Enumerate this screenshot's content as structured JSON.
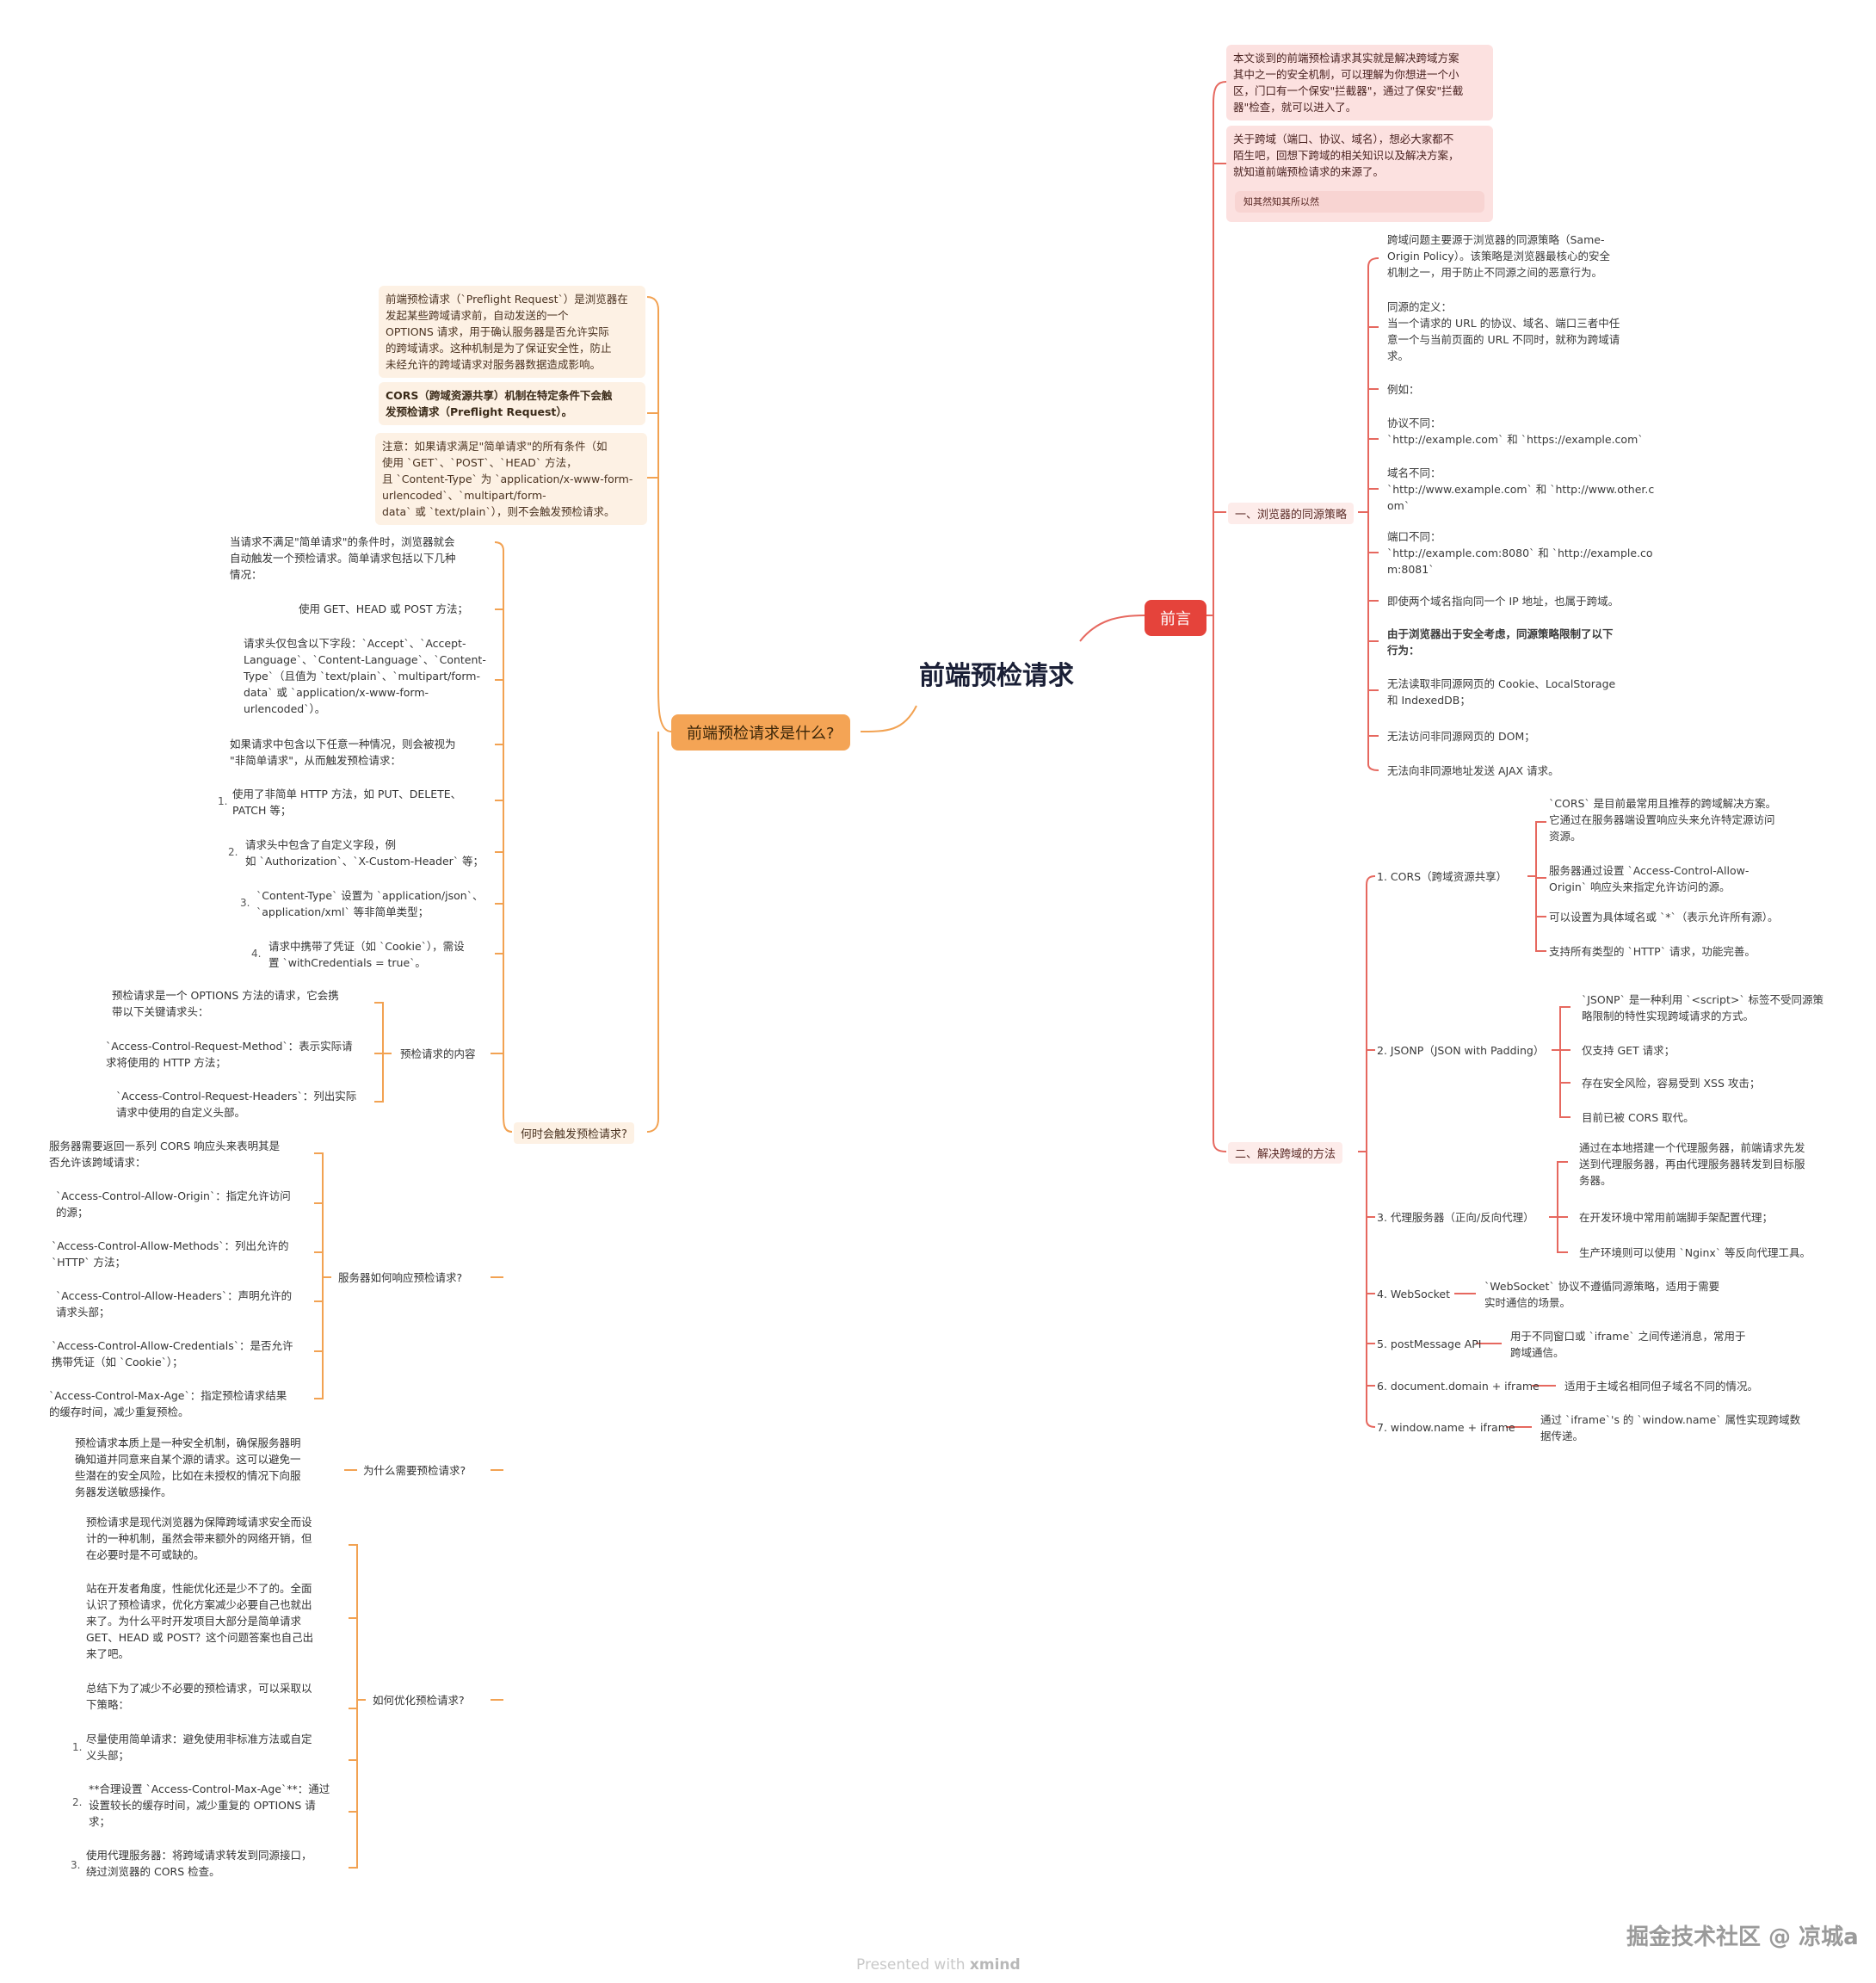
{
  "central": "前端预检请求",
  "left": {
    "topic": "前端预检请求是什么?",
    "intro1": "前端预检请求（`Preflight Request`）是浏览器在\n发起某些跨域请求前，自动发送的一个\nOPTIONS 请求，用于确认服务器是否允许实际\n的跨域请求。这种机制是为了保证安全性，防止\n未经允许的跨域请求对服务器数据造成影响。",
    "intro2": "CORS（跨域资源共享）机制在特定条件下会触\n发预检请求（Preflight Request）。",
    "intro3": "注意：如果请求满足\"简单请求\"的所有条件（如\n使用 `GET`、`POST`、`HEAD` 方法，\n且 `Content-Type` 为 `application/x-www-form-\nurlencoded`、`multipart/form-\ndata` 或 `text/plain`），则不会触发预检请求。",
    "when": {
      "label": "何时会触发预检请求?",
      "simple_intro": "当请求不满足\"简单请求\"的条件时，浏览器就会\n自动触发一个预检请求。简单请求包括以下几种\n情况：",
      "simple_methods": "使用 GET、HEAD 或 POST 方法；",
      "simple_headers": "请求头仅包含以下字段：`Accept`、`Accept-\nLanguage`、`Content-Language`、`Content-\nType`（且值为 `text/plain`、`multipart/form-\ndata` 或 `application/x-www-form-\nurlencoded`）。",
      "non_simple_intro": "如果请求中包含以下任意一种情况，则会被视为\n\"非简单请求\"，从而触发预检请求：",
      "items": [
        {
          "num": "1.",
          "text": "使用了非简单 HTTP 方法，如 PUT、DELETE、\nPATCH 等；"
        },
        {
          "num": "2.",
          "text": "请求头中包含了自定义字段，例\n如 `Authorization`、`X-Custom-Header` 等；"
        },
        {
          "num": "3.",
          "text": "`Content-Type` 设置为 `application/json`、\n`application/xml` 等非简单类型；"
        },
        {
          "num": "4.",
          "text": "请求中携带了凭证（如 `Cookie`），需设\n置 `withCredentials = true`。"
        }
      ],
      "content_label": "预检请求的内容",
      "content_items": [
        "预检请求是一个 OPTIONS 方法的请求，它会携\n带以下关键请求头：",
        "`Access-Control-Request-Method`：表示实际请\n求将使用的 HTTP 方法；",
        "`Access-Control-Request-Headers`：列出实际\n请求中使用的自定义头部。"
      ]
    },
    "server": {
      "label": "服务器如何响应预检请求?",
      "items": [
        "服务器需要返回一系列 CORS 响应头来表明其是\n否允许该跨域请求：",
        "`Access-Control-Allow-Origin`：指定允许访问\n的源；",
        "`Access-Control-Allow-Methods`：列出允许的\n`HTTP` 方法；",
        "`Access-Control-Allow-Headers`：声明允许的\n请求头部；",
        "`Access-Control-Allow-Credentials`：是否允许\n携带凭证（如 `Cookie`）；",
        "`Access-Control-Max-Age`：指定预检请求结果\n的缓存时间，减少重复预检。"
      ]
    },
    "why": {
      "label": "为什么需要预检请求?",
      "text": "预检请求本质上是一种安全机制，确保服务器明\n确知道并同意来自某个源的请求。这可以避免一\n些潜在的安全风险，比如在未授权的情况下向服\n务器发送敏感操作。"
    },
    "optimize": {
      "label": "如何优化预检请求?",
      "p1": "预检请求是现代浏览器为保障跨域请求安全而设\n计的一种机制，虽然会带来额外的网络开销，但\n在必要时是不可或缺的。",
      "p2": "站在开发者角度，性能优化还是少不了的。全面\n认识了预检请求，优化方案减少必要自己也就出\n来了。为什么平时开发项目大部分是简单请求\nGET、HEAD 或 POST？这个问题答案也自己出\n来了吧。",
      "p3": "总结下为了减少不必要的预检请求，可以采取以\n下策略：",
      "items": [
        {
          "num": "1.",
          "text": "尽量使用简单请求：避免使用非标准方法或自定\n义头部；"
        },
        {
          "num": "2.",
          "text": "**合理设置 `Access-Control-Max-Age`**：通过\n设置较长的缓存时间，减少重复的 OPTIONS 请\n求；"
        },
        {
          "num": "3.",
          "text": "使用代理服务器：将跨域请求转发到同源接口，\n绕过浏览器的 CORS 检查。"
        }
      ]
    }
  },
  "right": {
    "topic": "前言",
    "preface1": "本文谈到的前端预检请求其实就是解决跨域方案\n其中之一的安全机制，可以理解为你想进一个小\n区，门口有一个保安\"拦截器\"，通过了保安\"拦截\n器\"检查，就可以进入了。",
    "preface2": "关于跨域（端口、协议、域名），想必大家都不\n陌生吧，回想下跨域的相关知识以及解决方案，\n就知道前端预检请求的来源了。",
    "preface_note": "知其然知其所以然",
    "sop": {
      "label": "一、浏览器的同源策略",
      "items": [
        "跨域问题主要源于浏览器的同源策略（Same-\nOrigin Policy）。该策略是浏览器最核心的安全\n机制之一，用于防止不同源之间的恶意行为。",
        "同源的定义：\n当一个请求的 URL 的协议、域名、端口三者中任\n意一个与当前页面的 URL 不同时，就称为跨域请\n求。",
        "例如：",
        "协议不同：\n`http://example.com` 和 `https://example.com`",
        "域名不同：\n`http://www.example.com` 和 `http://www.other.c\nom`",
        "端口不同：\n`http://example.com:8080` 和 `http://example.co\nm:8081`",
        "即使两个域名指向同一个 IP 地址，也属于跨域。",
        "由于浏览器出于安全考虑，同源策略限制了以下\n行为：",
        "无法读取非同源网页的 Cookie、LocalStorage\n和 IndexedDB；",
        "无法访问非同源网页的 DOM；",
        "无法向非同源地址发送 AJAX 请求。"
      ]
    },
    "solutions": {
      "label": "二、解决跨域的方法",
      "cors": {
        "label": "1. CORS（跨域资源共享）",
        "items": [
          "`CORS` 是目前最常用且推荐的跨域解决方案。\n它通过在服务器端设置响应头来允许特定源访问\n资源。",
          "服务器通过设置 `Access-Control-Allow-\nOrigin` 响应头来指定允许访问的源。",
          "可以设置为具体域名或 `*`（表示允许所有源）。",
          "支持所有类型的 `HTTP` 请求，功能完善。"
        ]
      },
      "jsonp": {
        "label": "2. JSONP（JSON with Padding）",
        "items": [
          "`JSONP` 是一种利用 `<script>` 标签不受同源策\n略限制的特性实现跨域请求的方式。",
          "仅支持 GET 请求；",
          "存在安全风险，容易受到 XSS 攻击；",
          "目前已被 CORS 取代。"
        ]
      },
      "proxy": {
        "label": "3. 代理服务器（正向/反向代理）",
        "items": [
          "通过在本地搭建一个代理服务器，前端请求先发\n送到代理服务器，再由代理服务器转发到目标服\n务器。",
          "在开发环境中常用前端脚手架配置代理；",
          "生产环境则可以使用 `Nginx` 等反向代理工具。"
        ]
      },
      "ws": {
        "label": "4. WebSocket",
        "text": "`WebSocket` 协议不遵循同源策略，适用于需要\n实时通信的场景。"
      },
      "pm": {
        "label": "5. postMessage API",
        "text": "用于不同窗口或 `iframe` 之间传递消息，常用于\n跨域通信。"
      },
      "dd": {
        "label": "6. document.domain + iframe",
        "text": "适用于主域名相同但子域名不同的情况。"
      },
      "wn": {
        "label": "7. window.name + iframe",
        "text": "通过 `iframe`'s 的 `window.name` 属性实现跨域数\n据传递。"
      }
    }
  },
  "footer": {
    "presented": "Presented with",
    "brand": "xmind"
  },
  "watermark": "掘金技术社区 @ 凉城a",
  "colors": {
    "orange": "#f4a455",
    "red": "#e5433b",
    "line_orange": "#f2a252",
    "line_red": "#e6685f"
  }
}
